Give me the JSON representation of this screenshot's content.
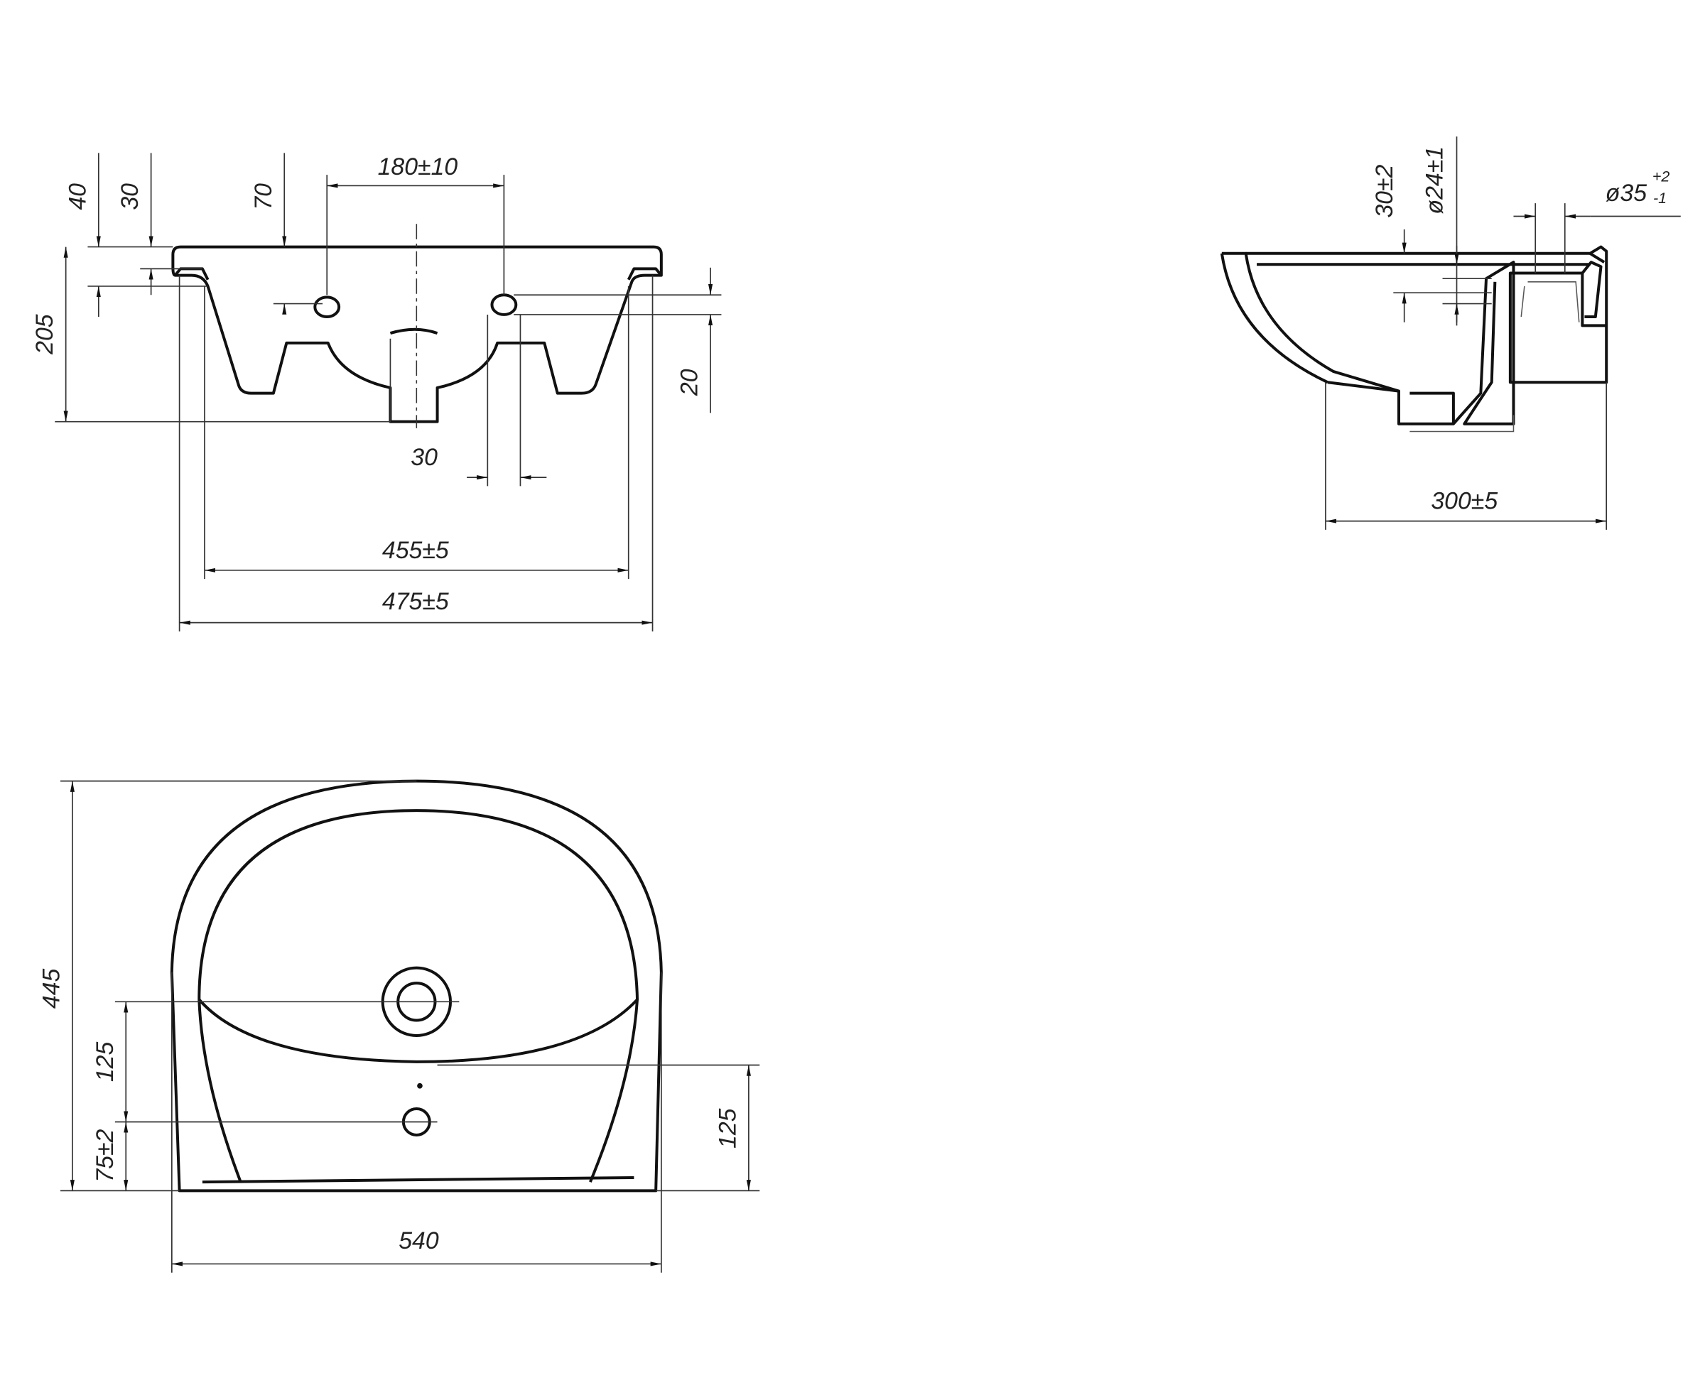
{
  "front_view": {
    "dims": {
      "top_40": "40",
      "top_30": "30",
      "top_70": "70",
      "hole_spacing": "180±10",
      "height_205": "205",
      "right_20": "20",
      "hole_30": "30",
      "inner_width": "455±5",
      "outer_width": "475±5"
    }
  },
  "side_view": {
    "dims": {
      "depth_30": "30±2",
      "dia_24": "ø24±1",
      "dia_35": "ø35",
      "dia_35_upper_tol": "+2",
      "dia_35_lower_tol": "-1",
      "depth_300": "300±5"
    }
  },
  "top_view": {
    "dims": {
      "length_445": "445",
      "drain_125": "125",
      "tap_75": "75±2",
      "right_125": "125",
      "width_540": "540"
    }
  },
  "colors": {
    "line": "#111111",
    "background": "#ffffff"
  }
}
